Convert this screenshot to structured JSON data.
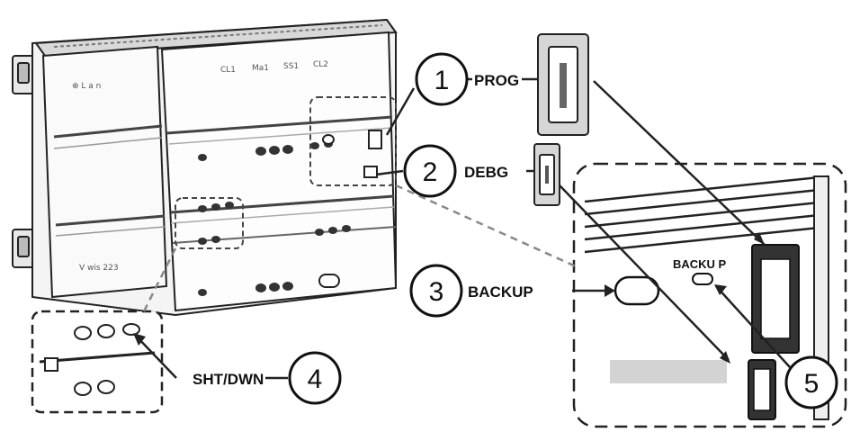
{
  "callouts": [
    {
      "number": "1",
      "label": "PROG"
    },
    {
      "number": "2",
      "label": "DEBG"
    },
    {
      "number": "3",
      "label": "BACKUP"
    },
    {
      "number": "4",
      "label": "SHT/DWN"
    },
    {
      "number": "5",
      "label": ""
    }
  ],
  "inset_label": "BACKU P",
  "device_markings": {
    "logo_text": "⊕ L a n",
    "panel_codes": [
      "CL1",
      "Ma1",
      "SS1",
      "CL2"
    ],
    "side_text": "V wis 223"
  }
}
